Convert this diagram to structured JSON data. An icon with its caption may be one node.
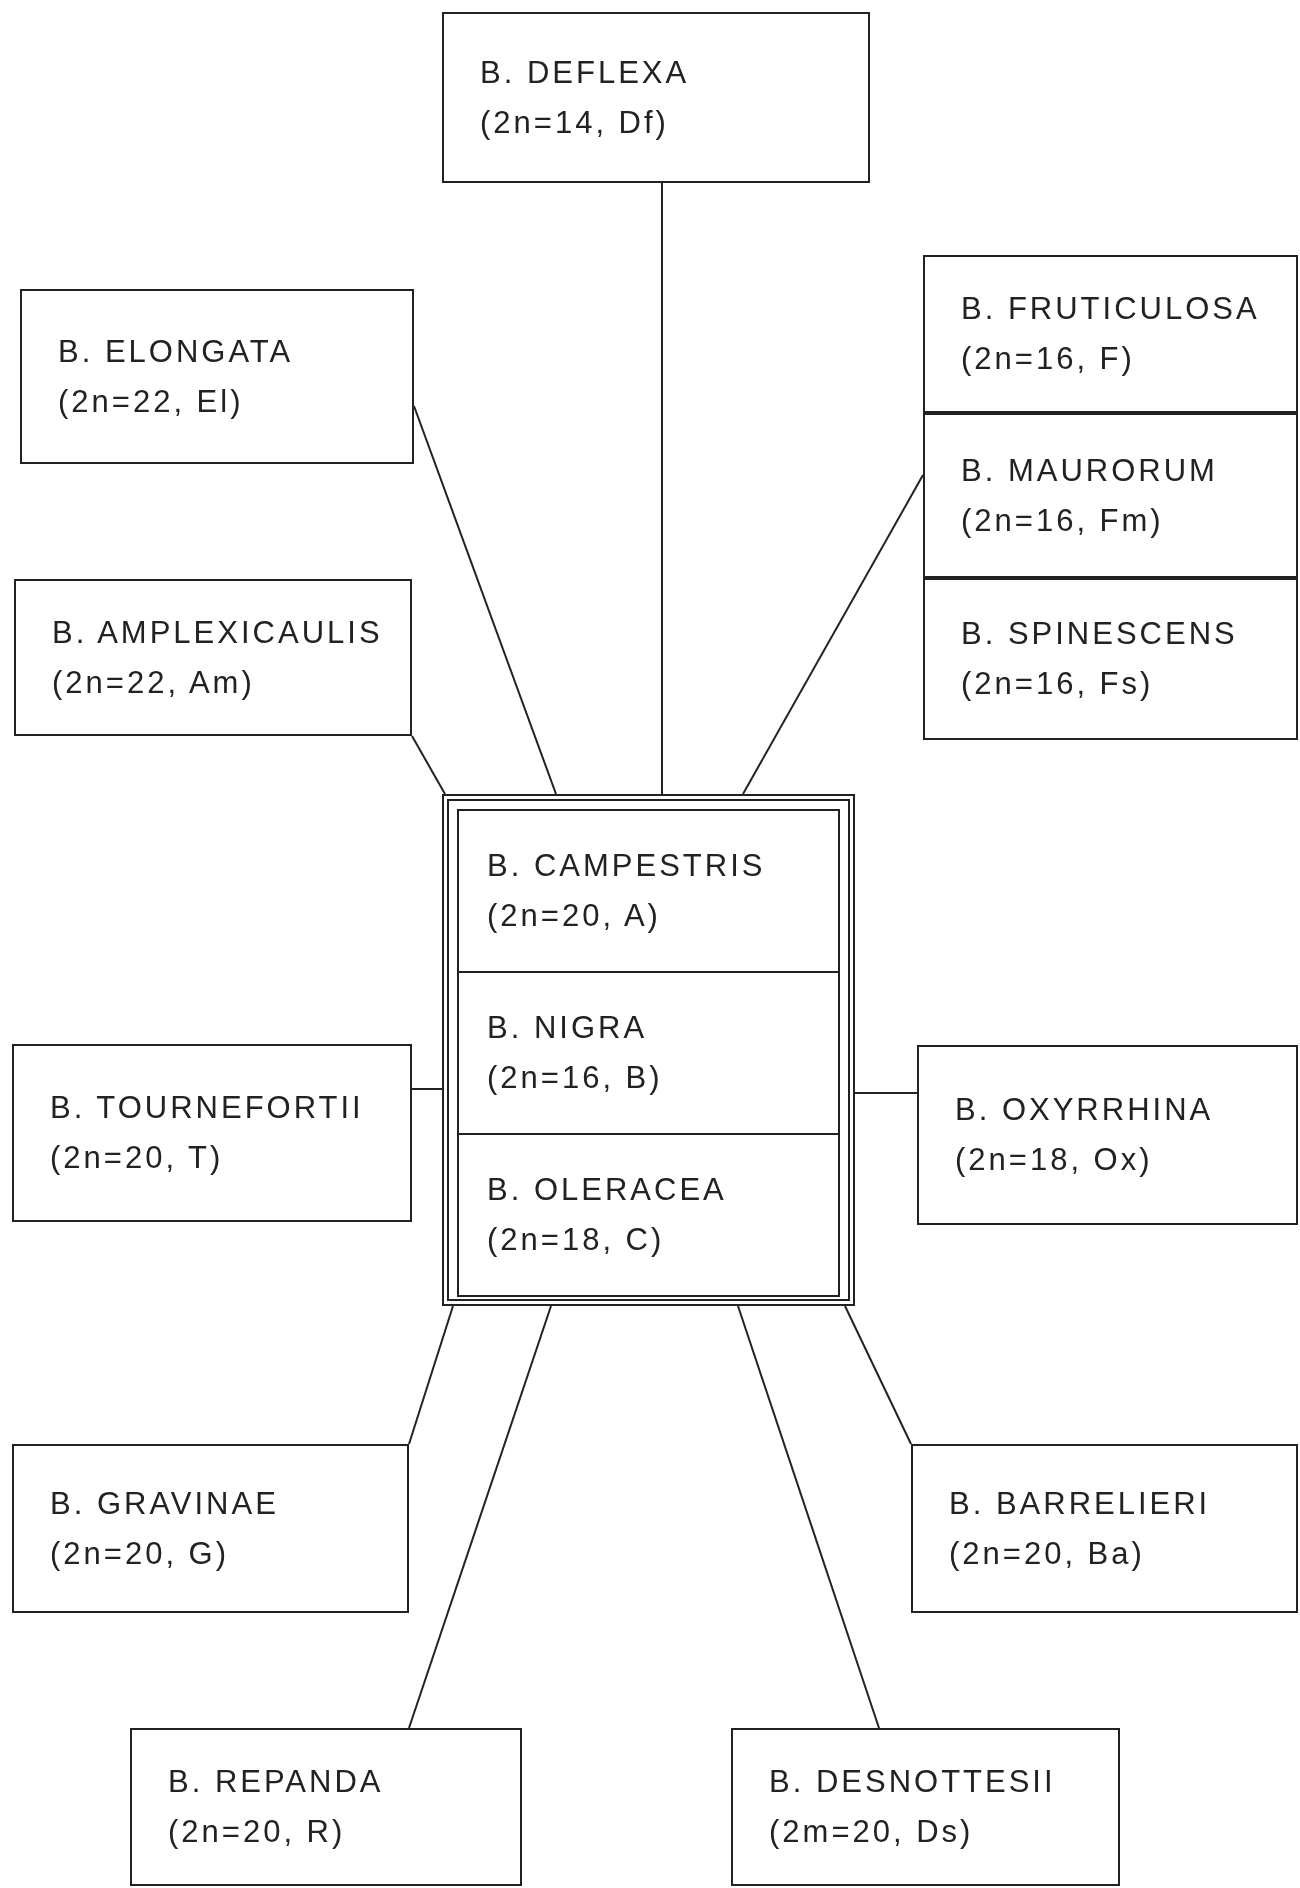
{
  "diagram": {
    "nodes": [
      {
        "text": [
          "B. DEFLEXA",
          "(2n=14, Df)"
        ]
      },
      {
        "text": [
          "B. ELONGATA",
          "(2n=22, El)"
        ]
      },
      {
        "text": [
          "B. FRUTICULOSA",
          "(2n=16, F)"
        ]
      },
      {
        "text": [
          "B. MAURORUM",
          "(2n=16, Fm)"
        ]
      },
      {
        "text": [
          "B. SPINESCENS",
          "(2n=16, Fs)"
        ]
      },
      {
        "text": [
          "B. AMPLEXICAULIS",
          "(2n=22, Am)"
        ]
      },
      {
        "text": [],
        "shape": "box"
      },
      {
        "text": [
          "B. CAMPESTRIS",
          "(2n=20, A)"
        ],
        "in": 6
      },
      {
        "text": [
          "B. NIGRA",
          "(2n=16, B)"
        ],
        "in": 6
      },
      {
        "text": [
          "B. OLERACEA",
          "(2n=18, C)"
        ],
        "in": 6
      },
      {
        "text": [
          "B. TOURNEFORTII",
          "(2n=20, T)"
        ]
      },
      {
        "text": [
          "B. OXYRRHINA",
          "(2n=18, Ox)"
        ]
      },
      {
        "text": [
          "B. GRAVINAE",
          "(2n=20, G)"
        ]
      },
      {
        "text": [
          "B. BARRELIERI",
          "(2n=20, Ba)"
        ]
      },
      {
        "text": [
          "B. REPANDA",
          "(2n=20, R)"
        ]
      },
      {
        "text": [
          "B. DESNOTTESII",
          "(2m=20, Ds)"
        ]
      }
    ],
    "edges": [
      {
        "from": 6,
        "to": 0,
        "arrow": "none"
      },
      {
        "from": 6,
        "to": 1,
        "arrow": "none"
      },
      {
        "from": 6,
        "to": 3,
        "arrow": "none"
      },
      {
        "from": 6,
        "to": 5,
        "arrow": "none"
      },
      {
        "from": 6,
        "to": 10,
        "arrow": "none"
      },
      {
        "from": 6,
        "to": 11,
        "arrow": "none"
      },
      {
        "from": 6,
        "to": 12,
        "arrow": "none"
      },
      {
        "from": 6,
        "to": 13,
        "arrow": "none"
      },
      {
        "from": 6,
        "to": 14,
        "arrow": "none"
      },
      {
        "from": 6,
        "to": 15,
        "arrow": "none"
      }
    ]
  }
}
